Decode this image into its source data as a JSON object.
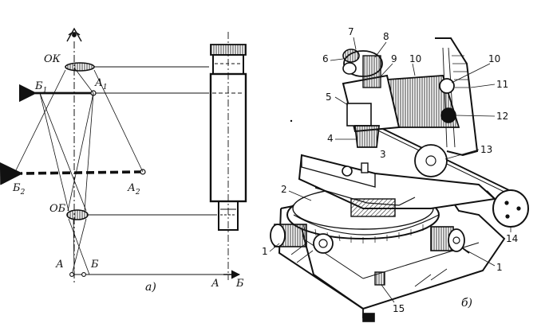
{
  "diagram": {
    "part_a": {
      "caption": "а)",
      "labels": {
        "ok": "ОК",
        "ob": "ОБ",
        "a1": "А",
        "a1_sub": "1",
        "b1": "Б",
        "b1_sub": "1",
        "a2": "А",
        "a2_sub": "2",
        "b2": "Б",
        "b2_sub": "2",
        "a_bottom_left": "А",
        "b_bottom_left": "Б",
        "a_bottom_right": "А",
        "b_bottom_right": "Б"
      }
    },
    "part_b": {
      "caption": "б)",
      "callouts": [
        "7",
        "8",
        "6",
        "9",
        "10",
        "10",
        "11",
        "5",
        "12",
        "4",
        "3",
        "13",
        "2",
        "14",
        "1",
        "1",
        "15"
      ]
    }
  }
}
